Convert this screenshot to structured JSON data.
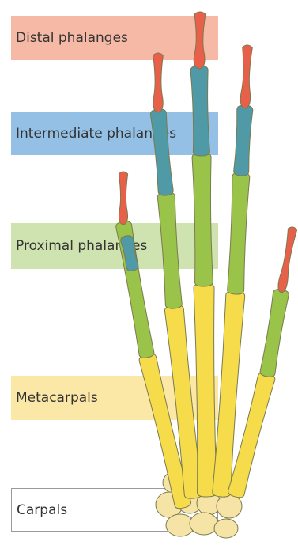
{
  "labels": {
    "distal": "Distal phalanges",
    "intermediate": "Intermediate phalanges",
    "proximal": "Proximal phalanges",
    "metacarpals": "Metacarpals",
    "carpals": "Carpals"
  },
  "colors": {
    "distal_band": "#f5b9a6",
    "distal_bone": "#e8604a",
    "intermediate_band": "#93c0e4",
    "intermediate_bone": "#4f9aa6",
    "proximal_band": "#cfe3b0",
    "proximal_bone": "#9ac34a",
    "metacarpal_band": "#fbe8a6",
    "metacarpal_bone": "#f6dc4a",
    "carpal_band": "#ffffff",
    "carpal_bone": "#f6e3a6",
    "outline": "#7a7a50"
  }
}
